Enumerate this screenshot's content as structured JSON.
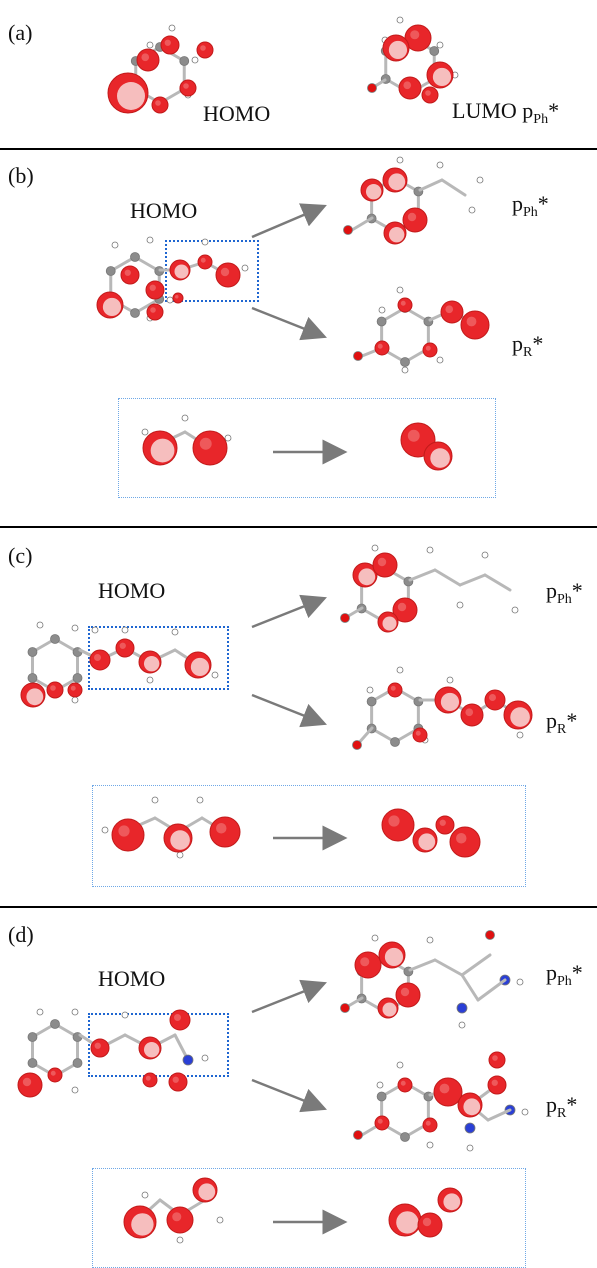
{
  "panels": {
    "a": {
      "tag": "(a)",
      "homo": "HOMO",
      "lumo": "LUMO",
      "p_main": "p",
      "p_sub": "Ph",
      "p_star": "*"
    },
    "b": {
      "tag": "(b)",
      "homo": "HOMO",
      "pph": {
        "main": "p",
        "sub": "Ph",
        "star": "*"
      },
      "pr": {
        "main": "p",
        "sub": "R",
        "star": "*"
      }
    },
    "c": {
      "tag": "(c)",
      "homo": "HOMO",
      "pph": {
        "main": "p",
        "sub": "Ph",
        "star": "*"
      },
      "pr": {
        "main": "p",
        "sub": "R",
        "star": "*"
      }
    },
    "d": {
      "tag": "(d)",
      "homo": "HOMO",
      "pph": {
        "main": "p",
        "sub": "Ph",
        "star": "*"
      },
      "pr": {
        "main": "p",
        "sub": "R",
        "star": "*"
      }
    }
  },
  "colors": {
    "orbital_lobe": "#e8262a",
    "orbital_light": "#f7c6c6",
    "carbon": "#8c8c8c",
    "hydrogen": "#ffffff",
    "nitrogen": "#2a3fd6",
    "oxygen_atom": "#e01010",
    "bond": "#b8b8b8",
    "arrow": "#7a7a7a",
    "highlight_box": "#1f66d1",
    "separator": "#000000"
  }
}
